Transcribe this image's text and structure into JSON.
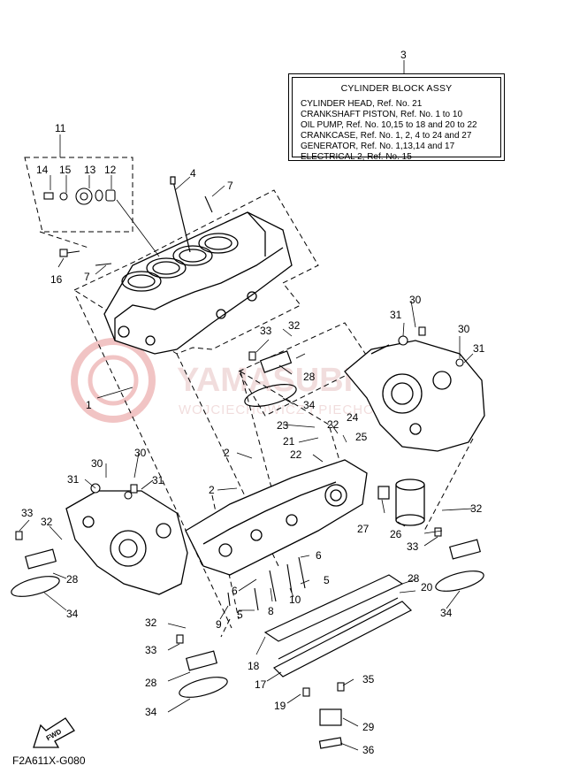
{
  "info_box": {
    "ref": "3",
    "title": "CYLINDER BLOCK ASSY",
    "lines": [
      "CYLINDER HEAD, Ref. No. 21",
      "CRANKSHAFT PISTON, Ref. No. 1 to 10",
      "OIL PUMP, Ref. No. 10,15 to 18 and 20 to 22",
      "CRANKCASE, Ref. No. 1, 2, 4 to 24 and 27",
      "GENERATOR, Ref. No. 1,13,14 and 17",
      "ELECTRICAL 2,  Ref. No. 15"
    ]
  },
  "callouts": {
    "c1": "1",
    "c2a": "2",
    "c2b": "2",
    "c4": "4",
    "c5a": "5",
    "c5b": "5",
    "c6a": "6",
    "c6b": "6",
    "c7a": "7",
    "c7b": "7",
    "c8": "8",
    "c9": "9",
    "c10": "10",
    "c11": "11",
    "c12": "12",
    "c13": "13",
    "c14": "14",
    "c15": "15",
    "c16": "16",
    "c17": "17",
    "c18": "18",
    "c19": "19",
    "c20": "20",
    "c21": "21",
    "c22a": "22",
    "c22b": "22",
    "c23": "23",
    "c24": "24",
    "c25": "25",
    "c26": "26",
    "c27": "27",
    "c28a": "28",
    "c28b": "28",
    "c28c": "28",
    "c28d": "28",
    "c29": "29",
    "c30a": "30",
    "c30b": "30",
    "c30c": "30",
    "c31a": "31",
    "c31b": "31",
    "c31c": "31",
    "c31d": "31",
    "c32a": "32",
    "c32b": "32",
    "c32c": "32",
    "c32d": "32",
    "c33a": "33",
    "c33b": "33",
    "c33c": "33",
    "c33d": "33",
    "c34a": "34",
    "c34b": "34",
    "c34c": "34",
    "c34d": "34",
    "c35": "35",
    "c36": "36"
  },
  "fwd_label": "FWD",
  "diagram_code": "F2A611X-G080",
  "watermark": {
    "line1": "YAMASUBITSU.PL",
    "line2": "WOJCIECHOWICZ | PIECHOWIAK | WACHA",
    "color": "#e8a0a0"
  }
}
